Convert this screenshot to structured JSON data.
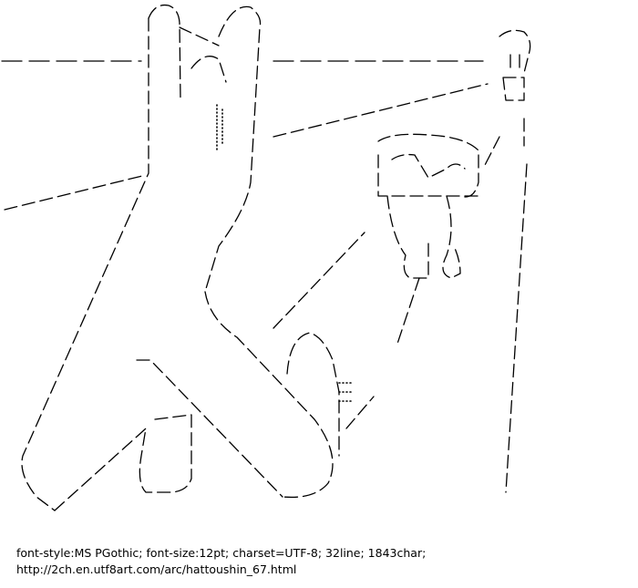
{
  "caption": {
    "line1": "font-style:MS PGothic; font-size:12pt; charset=UTF-8; 32line; 1843char;",
    "line2": "http://2ch.en.utf8art.com/arc/hattoushin_67.html"
  },
  "art": {
    "subject": "ascii-art-figure-hattoushin",
    "color": "#000000"
  }
}
